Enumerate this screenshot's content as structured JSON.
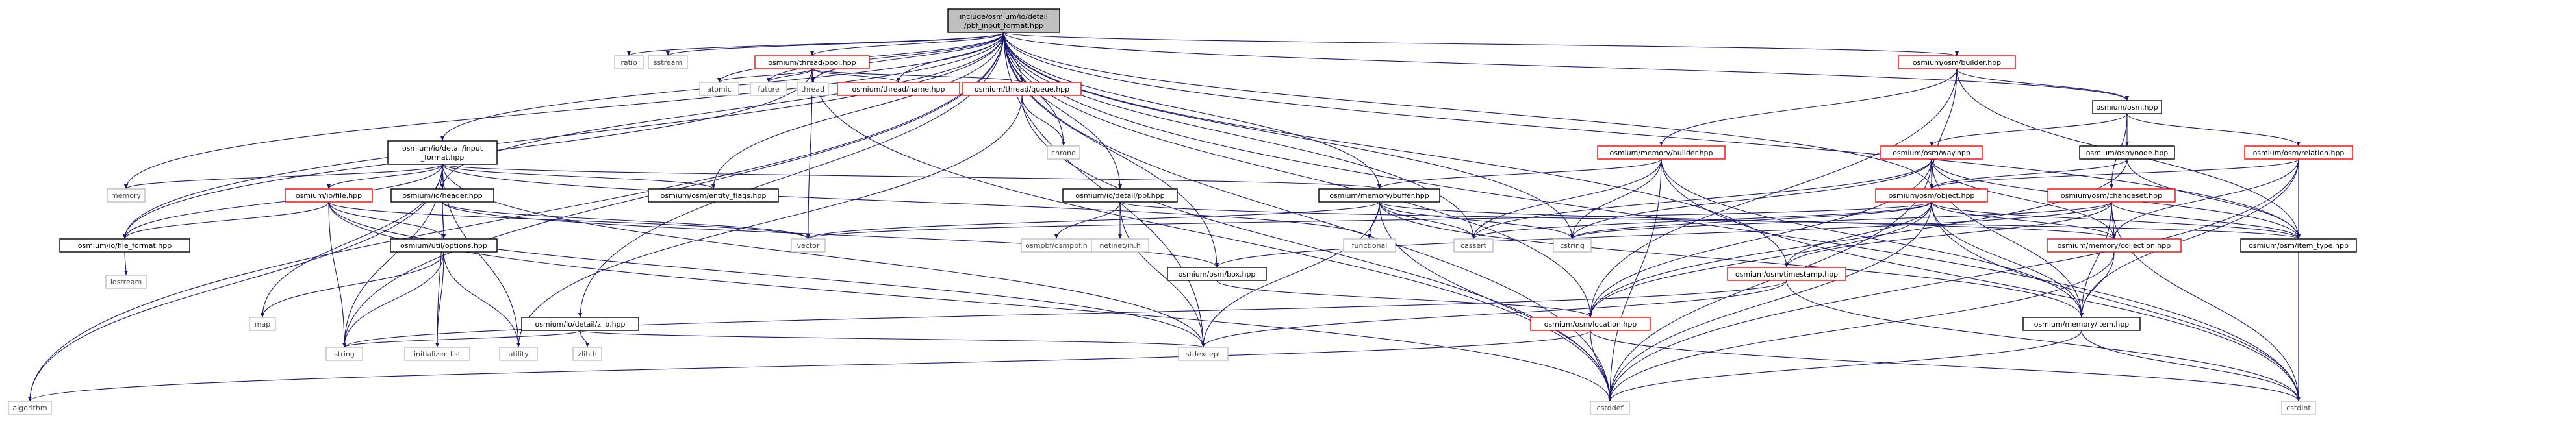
{
  "graph": {
    "colors": {
      "edge": "#191970",
      "root_fill": "#bfbfbf",
      "normal_border": "#000000",
      "red_border": "#ff0000",
      "std_border": "#bfbfbf",
      "std_text": "#404040",
      "text": "#000000"
    },
    "root": "pbf_input_format",
    "nodes": [
      {
        "id": "pbf_input_format",
        "lines": [
          "include/osmium/io/detail",
          "/pbf_input_format.hpp"
        ],
        "style": "root"
      },
      {
        "id": "algorithm",
        "lines": [
          "algorithm"
        ],
        "style": "std"
      },
      {
        "id": "memory",
        "lines": [
          "memory"
        ],
        "style": "std"
      },
      {
        "id": "file_format",
        "lines": [
          "osmium/io/file_format.hpp"
        ],
        "style": "normal"
      },
      {
        "id": "iostream",
        "lines": [
          "iostream"
        ],
        "style": "std"
      },
      {
        "id": "string",
        "lines": [
          "string"
        ],
        "style": "std"
      },
      {
        "id": "map",
        "lines": [
          "map"
        ],
        "style": "std"
      },
      {
        "id": "file_hpp",
        "lines": [
          "osmium/io/file.hpp"
        ],
        "style": "red"
      },
      {
        "id": "initializer_list",
        "lines": [
          "initializer_list"
        ],
        "style": "std"
      },
      {
        "id": "input_format",
        "lines": [
          "osmium/io/detail/input",
          "_format.hpp"
        ],
        "style": "normal"
      },
      {
        "id": "header",
        "lines": [
          "osmium/io/header.hpp"
        ],
        "style": "normal"
      },
      {
        "id": "options",
        "lines": [
          "osmium/util/options.hpp"
        ],
        "style": "normal"
      },
      {
        "id": "utility",
        "lines": [
          "utility"
        ],
        "style": "std"
      },
      {
        "id": "zlib",
        "lines": [
          "osmium/io/detail/zlib.hpp"
        ],
        "style": "normal"
      },
      {
        "id": "zlib_h",
        "lines": [
          "zlib.h"
        ],
        "style": "std"
      },
      {
        "id": "ratio",
        "lines": [
          "ratio"
        ],
        "style": "std"
      },
      {
        "id": "sstream",
        "lines": [
          "sstream"
        ],
        "style": "std"
      },
      {
        "id": "atomic",
        "lines": [
          "atomic"
        ],
        "style": "std"
      },
      {
        "id": "future",
        "lines": [
          "future"
        ],
        "style": "std"
      },
      {
        "id": "pool",
        "lines": [
          "osmium/thread/pool.hpp"
        ],
        "style": "red"
      },
      {
        "id": "entity_flags",
        "lines": [
          "osmium/osm/entity_flags.hpp"
        ],
        "style": "normal"
      },
      {
        "id": "thread",
        "lines": [
          "thread"
        ],
        "style": "std"
      },
      {
        "id": "thread_name",
        "lines": [
          "osmium/thread/name.hpp"
        ],
        "style": "red"
      },
      {
        "id": "queue",
        "lines": [
          "osmium/thread/queue.hpp"
        ],
        "style": "red"
      },
      {
        "id": "chrono",
        "lines": [
          "chrono"
        ],
        "style": "std"
      },
      {
        "id": "vector",
        "lines": [
          "vector"
        ],
        "style": "std"
      },
      {
        "id": "pbf_hpp",
        "lines": [
          "osmium/io/detail/pbf.hpp"
        ],
        "style": "normal"
      },
      {
        "id": "osmpbf",
        "lines": [
          "osmpbf/osmpbf.h"
        ],
        "style": "std"
      },
      {
        "id": "netinet",
        "lines": [
          "netinet/in.h"
        ],
        "style": "std"
      },
      {
        "id": "stdexcept",
        "lines": [
          "stdexcept"
        ],
        "style": "std"
      },
      {
        "id": "box",
        "lines": [
          "osmium/osm/box.hpp"
        ],
        "style": "normal"
      },
      {
        "id": "functional",
        "lines": [
          "functional"
        ],
        "style": "std"
      },
      {
        "id": "buffer",
        "lines": [
          "osmium/memory/buffer.hpp"
        ],
        "style": "normal"
      },
      {
        "id": "cassert",
        "lines": [
          "cassert"
        ],
        "style": "std"
      },
      {
        "id": "cstring",
        "lines": [
          "cstring"
        ],
        "style": "std"
      },
      {
        "id": "location",
        "lines": [
          "osmium/osm/location.hpp"
        ],
        "style": "red"
      },
      {
        "id": "cstddef",
        "lines": [
          "cstddef"
        ],
        "style": "std"
      },
      {
        "id": "mem_builder",
        "lines": [
          "osmium/memory/builder.hpp"
        ],
        "style": "red"
      },
      {
        "id": "osm_builder",
        "lines": [
          "osmium/osm/builder.hpp"
        ],
        "style": "red"
      },
      {
        "id": "way",
        "lines": [
          "osmium/osm/way.hpp"
        ],
        "style": "red"
      },
      {
        "id": "object",
        "lines": [
          "osmium/osm/object.hpp"
        ],
        "style": "red"
      },
      {
        "id": "timestamp",
        "lines": [
          "osmium/osm/timestamp.hpp"
        ],
        "style": "red"
      },
      {
        "id": "osm_hpp",
        "lines": [
          "osmium/osm.hpp"
        ],
        "style": "normal"
      },
      {
        "id": "node_hpp",
        "lines": [
          "osmium/osm/node.hpp"
        ],
        "style": "normal"
      },
      {
        "id": "changeset",
        "lines": [
          "osmium/osm/changeset.hpp"
        ],
        "style": "red"
      },
      {
        "id": "relation",
        "lines": [
          "osmium/osm/relation.hpp"
        ],
        "style": "red"
      },
      {
        "id": "collection",
        "lines": [
          "osmium/memory/collection.hpp"
        ],
        "style": "red"
      },
      {
        "id": "item",
        "lines": [
          "osmium/memory/item.hpp"
        ],
        "style": "normal"
      },
      {
        "id": "item_type",
        "lines": [
          "osmium/osm/item_type.hpp"
        ],
        "style": "normal"
      },
      {
        "id": "cstdint",
        "lines": [
          "cstdint"
        ],
        "style": "std"
      }
    ],
    "edges": [
      [
        "pbf_input_format",
        "algorithm"
      ],
      [
        "pbf_input_format",
        "memory"
      ],
      [
        "pbf_input_format",
        "file_format"
      ],
      [
        "pbf_input_format",
        "string"
      ],
      [
        "pbf_input_format",
        "input_format"
      ],
      [
        "pbf_input_format",
        "header"
      ],
      [
        "pbf_input_format",
        "zlib"
      ],
      [
        "pbf_input_format",
        "ratio"
      ],
      [
        "pbf_input_format",
        "sstream"
      ],
      [
        "pbf_input_format",
        "atomic"
      ],
      [
        "pbf_input_format",
        "future"
      ],
      [
        "pbf_input_format",
        "pool"
      ],
      [
        "pbf_input_format",
        "entity_flags"
      ],
      [
        "pbf_input_format",
        "thread"
      ],
      [
        "pbf_input_format",
        "thread_name"
      ],
      [
        "pbf_input_format",
        "queue"
      ],
      [
        "pbf_input_format",
        "chrono"
      ],
      [
        "pbf_input_format",
        "pbf_hpp"
      ],
      [
        "pbf_input_format",
        "stdexcept"
      ],
      [
        "pbf_input_format",
        "box"
      ],
      [
        "pbf_input_format",
        "buffer"
      ],
      [
        "pbf_input_format",
        "cassert"
      ],
      [
        "pbf_input_format",
        "cstring"
      ],
      [
        "pbf_input_format",
        "location"
      ],
      [
        "pbf_input_format",
        "cstddef"
      ],
      [
        "pbf_input_format",
        "osm_builder"
      ],
      [
        "pbf_input_format",
        "object"
      ],
      [
        "pbf_input_format",
        "timestamp"
      ],
      [
        "pbf_input_format",
        "osm_hpp"
      ],
      [
        "pbf_input_format",
        "item_type"
      ],
      [
        "pbf_input_format",
        "cstdint"
      ],
      [
        "file_format",
        "iostream"
      ],
      [
        "file_hpp",
        "file_format"
      ],
      [
        "file_hpp",
        "string"
      ],
      [
        "file_hpp",
        "options"
      ],
      [
        "file_hpp",
        "cstddef"
      ],
      [
        "file_hpp",
        "vector"
      ],
      [
        "file_hpp",
        "stdexcept"
      ],
      [
        "input_format",
        "memory"
      ],
      [
        "input_format",
        "file_format"
      ],
      [
        "input_format",
        "string"
      ],
      [
        "input_format",
        "map"
      ],
      [
        "input_format",
        "file_hpp"
      ],
      [
        "input_format",
        "header"
      ],
      [
        "input_format",
        "utility"
      ],
      [
        "input_format",
        "entity_flags"
      ],
      [
        "input_format",
        "buffer"
      ],
      [
        "input_format",
        "functional"
      ],
      [
        "input_format",
        "stdexcept"
      ],
      [
        "input_format",
        "algorithm"
      ],
      [
        "header",
        "options"
      ],
      [
        "header",
        "vector"
      ],
      [
        "header",
        "initializer_list"
      ],
      [
        "header",
        "box"
      ],
      [
        "options",
        "map"
      ],
      [
        "options",
        "string"
      ],
      [
        "options",
        "utility"
      ],
      [
        "options",
        "initializer_list"
      ],
      [
        "zlib",
        "string"
      ],
      [
        "zlib",
        "zlib_h"
      ],
      [
        "zlib",
        "stdexcept"
      ],
      [
        "pool",
        "atomic"
      ],
      [
        "pool",
        "future"
      ],
      [
        "pool",
        "thread"
      ],
      [
        "pool",
        "thread_name"
      ],
      [
        "pool",
        "queue"
      ],
      [
        "pool",
        "vector"
      ],
      [
        "pool",
        "cstddef"
      ],
      [
        "pool",
        "file_format"
      ],
      [
        "queue",
        "chrono"
      ],
      [
        "queue",
        "cstddef"
      ],
      [
        "queue",
        "utility"
      ],
      [
        "pbf_hpp",
        "osmpbf"
      ],
      [
        "pbf_hpp",
        "netinet"
      ],
      [
        "pbf_hpp",
        "stdexcept"
      ],
      [
        "pbf_hpp",
        "item_type"
      ],
      [
        "buffer",
        "vector"
      ],
      [
        "buffer",
        "functional"
      ],
      [
        "buffer",
        "stdexcept"
      ],
      [
        "buffer",
        "cassert"
      ],
      [
        "buffer",
        "cstring"
      ],
      [
        "buffer",
        "cstddef"
      ],
      [
        "buffer",
        "item"
      ],
      [
        "buffer",
        "collection"
      ],
      [
        "box",
        "location"
      ],
      [
        "location",
        "algorithm"
      ],
      [
        "location",
        "cstddef"
      ],
      [
        "location",
        "cstdint"
      ],
      [
        "timestamp",
        "string"
      ],
      [
        "timestamp",
        "cstdint"
      ],
      [
        "timestamp",
        "stdexcept"
      ],
      [
        "mem_builder",
        "buffer"
      ],
      [
        "mem_builder",
        "cassert"
      ],
      [
        "mem_builder",
        "cstring"
      ],
      [
        "mem_builder",
        "cstddef"
      ],
      [
        "mem_builder",
        "item"
      ],
      [
        "mem_builder",
        "cstdint"
      ],
      [
        "osm_builder",
        "mem_builder"
      ],
      [
        "osm_builder",
        "object"
      ],
      [
        "osm_builder",
        "osm_hpp"
      ],
      [
        "osm_builder",
        "location"
      ],
      [
        "osm_builder",
        "item_type"
      ],
      [
        "osm_hpp",
        "way"
      ],
      [
        "osm_hpp",
        "node_hpp"
      ],
      [
        "osm_hpp",
        "relation"
      ],
      [
        "osm_hpp",
        "changeset"
      ],
      [
        "way",
        "object"
      ],
      [
        "way",
        "collection"
      ],
      [
        "way",
        "item"
      ],
      [
        "way",
        "item_type"
      ],
      [
        "way",
        "cassert"
      ],
      [
        "way",
        "cstring"
      ],
      [
        "way",
        "location"
      ],
      [
        "way",
        "cstddef"
      ],
      [
        "node_hpp",
        "object"
      ],
      [
        "node_hpp",
        "item_type"
      ],
      [
        "node_hpp",
        "location"
      ],
      [
        "relation",
        "object"
      ],
      [
        "relation",
        "collection"
      ],
      [
        "relation",
        "item"
      ],
      [
        "relation",
        "item_type"
      ],
      [
        "relation",
        "cstddef"
      ],
      [
        "relation",
        "cstdint"
      ],
      [
        "changeset",
        "timestamp"
      ],
      [
        "changeset",
        "collection"
      ],
      [
        "changeset",
        "item"
      ],
      [
        "changeset",
        "item_type"
      ],
      [
        "changeset",
        "cstring"
      ],
      [
        "changeset",
        "cstdint"
      ],
      [
        "changeset",
        "box"
      ],
      [
        "object",
        "timestamp"
      ],
      [
        "object",
        "location"
      ],
      [
        "object",
        "collection"
      ],
      [
        "object",
        "item"
      ],
      [
        "object",
        "item_type"
      ],
      [
        "object",
        "cassert"
      ],
      [
        "object",
        "cstring"
      ],
      [
        "object",
        "cstddef"
      ],
      [
        "object",
        "cstdint"
      ],
      [
        "object",
        "vector"
      ],
      [
        "collection",
        "item"
      ],
      [
        "collection",
        "cstddef"
      ],
      [
        "item",
        "cstddef"
      ],
      [
        "item",
        "cstdint"
      ],
      [
        "item_type",
        "cstdint"
      ]
    ]
  }
}
